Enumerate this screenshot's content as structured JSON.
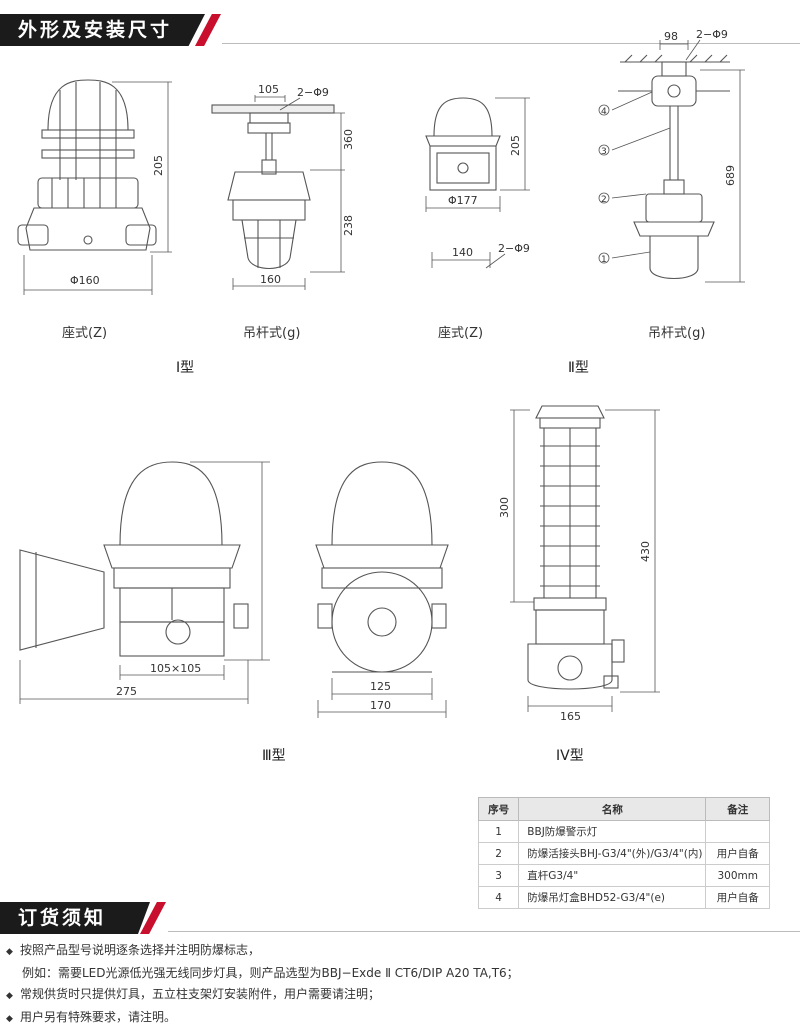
{
  "section_dims": {
    "title": "外形及安装尺寸"
  },
  "section_order": {
    "title": "订货须知"
  },
  "type1": {
    "label": "Ⅰ型",
    "seat": {
      "caption": "座式(Z)",
      "dim_height": "205",
      "dim_width": "Φ160"
    },
    "hang": {
      "caption": "吊杆式(g)",
      "dim_top_width": "105",
      "dim_holes": "2−Φ9",
      "dim_upper": "360",
      "dim_lower": "238",
      "dim_width": "160"
    }
  },
  "type2": {
    "label": "Ⅱ型",
    "seat": {
      "caption": "座式(Z)",
      "dim_height": "205",
      "dim_width": "Φ177",
      "dim_base": "140",
      "dim_holes": "2−Φ9"
    },
    "hang": {
      "caption": "吊杆式(g)",
      "dim_top": "98",
      "dim_holes": "2−Φ9",
      "dim_height": "689",
      "callouts": [
        "1",
        "2",
        "3",
        "4"
      ]
    }
  },
  "type3": {
    "label": "Ⅲ型",
    "dim_base": "105×105",
    "dim_total": "275",
    "dim_inner": "125",
    "dim_outer": "170"
  },
  "type4": {
    "label": "IV型",
    "dim_upper": "300",
    "dim_total": "430",
    "dim_width": "165"
  },
  "parts_table": {
    "headers": [
      "序号",
      "名称",
      "备注"
    ],
    "rows": [
      {
        "no": "1",
        "name": "BBJ防爆警示灯",
        "note": ""
      },
      {
        "no": "2",
        "name": "防爆活接头BHJ-G3/4\"(外)/G3/4\"(内)",
        "note": "用户自备"
      },
      {
        "no": "3",
        "name": "直杆G3/4\"",
        "note": "300mm"
      },
      {
        "no": "4",
        "name": "防爆吊灯盒BHD52-G3/4\"(e)",
        "note": "用户自备"
      }
    ]
  },
  "notes": [
    {
      "bullet": "◆",
      "text": "按照产品型号说明逐条选择并注明防爆标志，"
    },
    {
      "bullet": "",
      "text": "例如：需要LED光源低光强无线同步灯具，则产品选型为BBJ−Exde Ⅱ CT6/DIP A20 TA,T6；"
    },
    {
      "bullet": "◆",
      "text": "常规供货时只提供灯具，五立柱支架灯安装附件，用户需要请注明；"
    },
    {
      "bullet": "◆",
      "text": "用户另有特殊要求，请注明。"
    }
  ],
  "colors": {
    "accent_red": "#c8102e",
    "bar_black": "#1b1b1b",
    "line_gray": "#555555"
  }
}
